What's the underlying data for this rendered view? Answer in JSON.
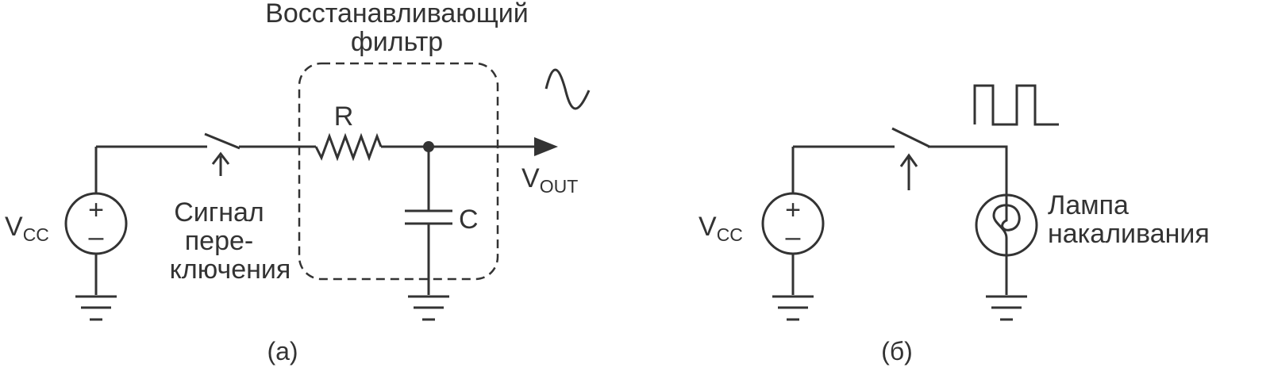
{
  "colors": {
    "wire": "#333333",
    "background": "#ffffff"
  },
  "left": {
    "filter_label_line1": "Восстанавливающий",
    "filter_label_line2": "фильтр",
    "resistor_label": "R",
    "capacitor_label": "C",
    "output_label_main": "V",
    "output_label_sub": "OUT",
    "source_label_main": "V",
    "source_label_sub": "CC",
    "source_plus": "+",
    "source_minus": "–",
    "switch_label_line1": "Сигнал",
    "switch_label_line2": "пере-",
    "switch_label_line3": "ключения",
    "caption": "(а)"
  },
  "right": {
    "source_label_main": "V",
    "source_label_sub": "CC",
    "source_plus": "+",
    "source_minus": "–",
    "lamp_label_line1": "Лампа",
    "lamp_label_line2": "накаливания",
    "caption": "(б)"
  }
}
